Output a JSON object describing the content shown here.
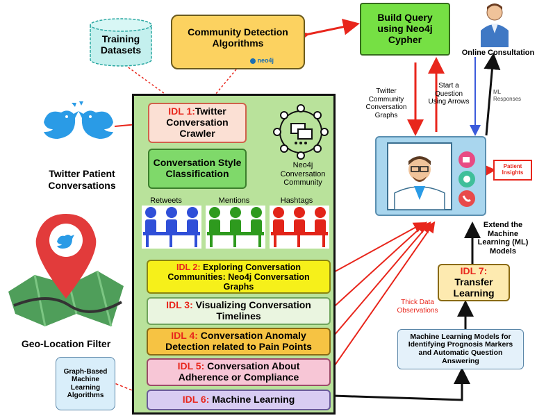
{
  "top": {
    "training": "Training Datasets",
    "community_detection": "Community Detection Algorithms",
    "neo4j_logo": "neo4j",
    "build_query": "Build Query using Neo4j Cypher",
    "online_consultation": "Online Consultation"
  },
  "left": {
    "twitter_patient": "Twitter Patient Conversations",
    "geo_filter": "Geo-Location Filter",
    "graph_ml": "Graph-Based Machine Learning Algorithms"
  },
  "idl": {
    "idl1": {
      "prefix": "IDL 1:",
      "text": "Twitter Conversation Crawler"
    },
    "style": "Conversation Style Classification",
    "neo4j_comm": "Neo4j Conversation Community",
    "retweets": "Retweets",
    "mentions": "Mentions",
    "hashtags": "Hashtags",
    "idl2": {
      "prefix": "IDL 2:",
      "text": "Exploring Conversation Communities: Neo4j Conversation Graphs"
    },
    "idl3": {
      "prefix": "IDL 3:",
      "text": "Visualizing Conversation Timelines"
    },
    "idl4": {
      "prefix": "IDL 4:",
      "text": "Conversation Anomaly Detection related to Pain Points"
    },
    "idl5": {
      "prefix": "IDL 5:",
      "text": "Conversation About Adherence or Compliance"
    },
    "idl6": {
      "prefix": "IDL 6:",
      "text": "Machine Learning"
    }
  },
  "right": {
    "twitter_graphs": "Twitter Community Conversation Graphs",
    "start_question": "Start a Question Using Arrows",
    "ml_responses": "ML Responses",
    "patient_insights": "Patient Insights",
    "extend_ml": "Extend the Machine Learning (ML) Models",
    "idl7": {
      "prefix": "IDL 7:",
      "text": "Transfer Learning"
    },
    "thick_data": "Thick Data Observations",
    "ml_models": "Machine Learning Models for Identifying Prognosis Markers and Automatic Question Answering"
  },
  "colors": {
    "panel": "#b9e29b",
    "red": "#e8261c",
    "blue_people": "#2f4fd8",
    "green_people": "#2e9a1e",
    "red_people": "#e22419"
  }
}
